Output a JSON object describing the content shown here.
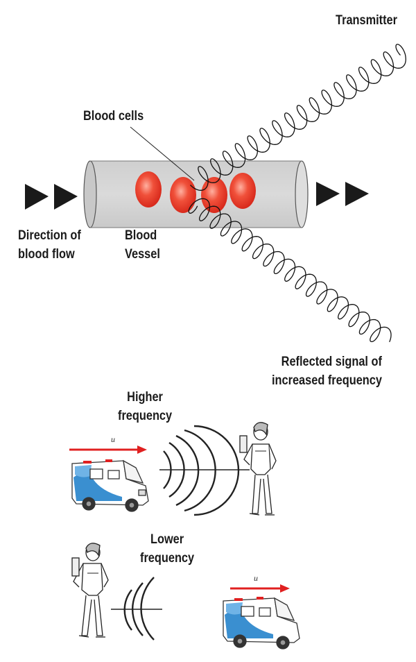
{
  "labels": {
    "transmitter": "Transmitter",
    "blood_cells": "Blood cells",
    "direction_line1": "Direction of",
    "direction_line2": "blood flow",
    "vessel_line1": "Blood",
    "vessel_line2": "Vessel",
    "reflected_line1": "Reflected signal of",
    "reflected_line2": "increased frequency",
    "higher_line1": "Higher",
    "higher_line2": "frequency",
    "lower_line1": "Lower",
    "lower_line2": "frequency",
    "velocity_symbol": "u"
  },
  "colors": {
    "vessel": "#d5d5d5",
    "cell": "#e8392a",
    "arrow": "#1a1a1a",
    "velocity_arrow": "#e02020",
    "ambulance_stripe": "#3a8fd0"
  }
}
